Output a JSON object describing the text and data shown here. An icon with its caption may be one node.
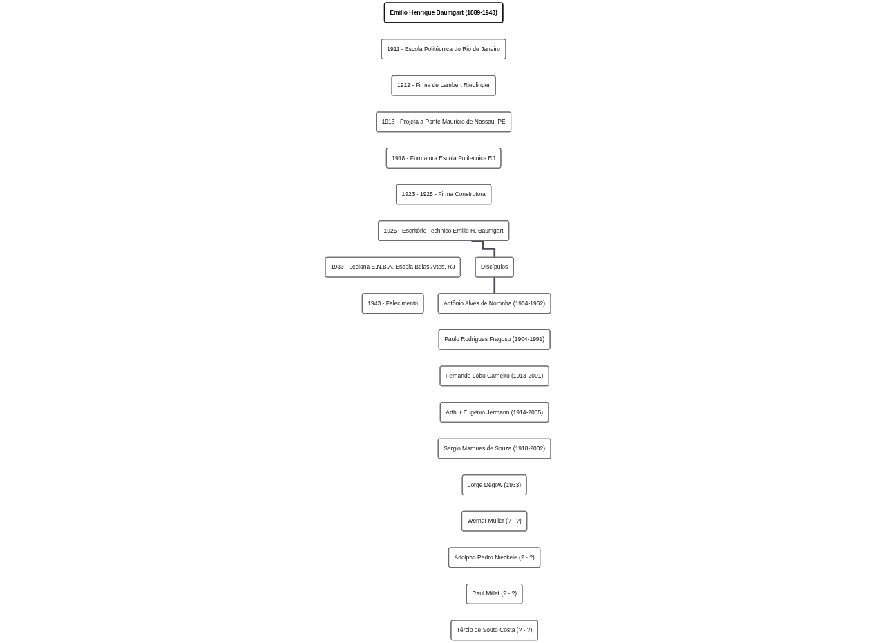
{
  "diagram": {
    "nodes": [
      {
        "text": [
          "Emílio Henrique Baumgart (1889-1943)"
        ]
      },
      {
        "text": [
          "1911 - Escola Politécnica do Rio de Janeiro"
        ]
      },
      {
        "text": [
          "1912 - Firma de Lambert Riedlinger"
        ]
      },
      {
        "text": [
          "1913 - Projeta a Ponte Maurício de Nassau, PE"
        ]
      },
      {
        "text": [
          "1918 - Formatura Escola Politecnica RJ"
        ]
      },
      {
        "text": [
          "1923 - 1925 - Firma Construtora"
        ]
      },
      {
        "text": [
          "1925 - Escritório Technico Emilio H. Baumgart"
        ]
      },
      {
        "text": [
          "1933 - Leciona E.N.B.A. Escola Belas Artes, RJ"
        ]
      },
      {
        "text": [
          "1943 - Falecimento"
        ]
      },
      {
        "text": [
          "Discípulos"
        ]
      },
      {
        "text": [
          "Antônio Alves de Noronha (1904-1962)"
        ]
      },
      {
        "text": [
          "Paulo Rodrigues Fragoso (1904-1991)"
        ]
      },
      {
        "text": [
          "Fernando Lobo Carneiro (1913-2001)"
        ]
      },
      {
        "text": [
          "Arthur Eugênio Jermann (1914-2005)"
        ]
      },
      {
        "text": [
          "Sergio Marques de Souza (1918-2002)"
        ]
      },
      {
        "text": [
          "Jorge Degow (1933)"
        ]
      },
      {
        "text": [
          "Werner Müller (? - ?)"
        ]
      },
      {
        "text": [
          "Adolpho Pedro Nieckele (? - ?)"
        ]
      },
      {
        "text": [
          "Raul Millet (? - ?)"
        ]
      },
      {
        "text": [
          "Tércio de Souto Costa (? - ?)"
        ]
      }
    ],
    "edges": [
      {
        "from": 6,
        "to": 9,
        "arrow": "none"
      },
      {
        "from": 9,
        "to": 10,
        "arrow": "none"
      }
    ]
  }
}
